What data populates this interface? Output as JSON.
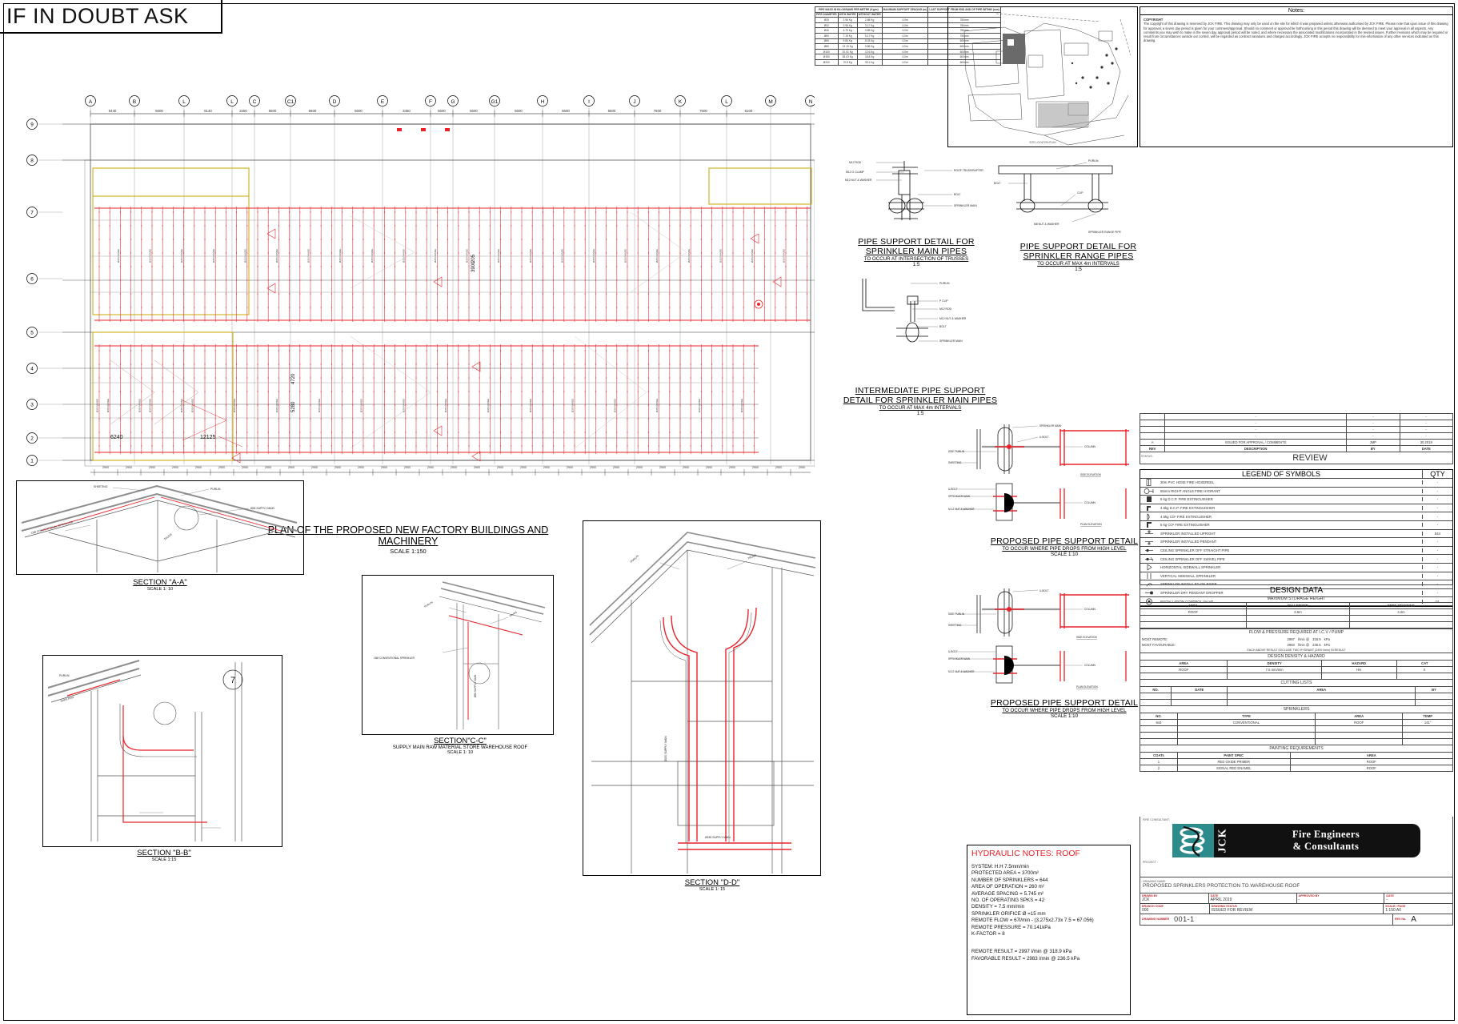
{
  "banner": {
    "text": "IF IN DOUBT ASK"
  },
  "pipe_mass_table": {
    "title": "PIPE MASS IN KILOGRAMS PER METRE (Kg/m)",
    "headers": [
      "PIPE DIAMETER",
      "WITH WATER",
      "WITHOUT WATER",
      "MAXIMUM SUPPORT SPACING (m)",
      "LAST SUPPORT FROM END AND OF PIPE WITHIN (mm)"
    ],
    "rows": [
      [
        "Ø25",
        "2.96 Kg",
        "2.68 Kg",
        "4.0m",
        "750mm"
      ],
      [
        "Ø32",
        "3.96 Kg",
        "3.17 Kg",
        "4.0m",
        "750mm"
      ],
      [
        "Ø40",
        "4.79 Kg",
        "3.85 Kg",
        "4.0m",
        "750mm"
      ],
      [
        "Ø50",
        "7.19 Kg",
        "5.17 Kg",
        "4.0m",
        "750mm"
      ],
      [
        "Ø65",
        "9.80 Kg",
        "8.03 Kg",
        "4.0m",
        "600mm"
      ],
      [
        "Ø80",
        "13.19 Kg",
        "9.86 Kg",
        "4.0m",
        "600mm"
      ],
      [
        "Ø100",
        "20.01 Kg",
        "12.6 Kg",
        "4.0m",
        "600mm"
      ],
      [
        "Ø150",
        "38.03 Kg",
        "18.8 Kg",
        "4.0m",
        "600mm"
      ],
      [
        "Ø200",
        "70.8 Kg",
        "33.1 Kg",
        "4.0m",
        "600mm"
      ]
    ]
  },
  "site_plan": {
    "caption": "SITE LOCATION PLAN"
  },
  "notes": {
    "heading": "Notes:",
    "subheading": "COPYRIGHT",
    "body": "The copyright of this drawing is reserved by JCK FIRE. This drawing may only be used on the site for which it was prepared unless otherwise authorised by JCK FIRE. Please note that upon issue of this drawing for approval, a seven day period is given for your comment/approval. Should no comment or approval be forthcoming in this period this drawing will be deemed to meet your approval in all aspects. Any comments you may wish to make in the seven day approval period will be noted, and where necessary the associated modifications incorporated in the revised issues. Further revisions which may be required or result from circumstances outside our control, will be regarded as contract variations and charged accordingly. JCK FIRE accepts no responsibility for mis-information of any other services indicated on this drawing."
  },
  "plan": {
    "title_line1": "PLAN OF THE PROPOSED NEW FACTORY BUILDINGS AND",
    "title_line2": "MACHINERY",
    "scale": "SCALE 1:150",
    "grid_letters": [
      "A",
      "B",
      "L",
      "L",
      "C",
      "C1",
      "D",
      "E",
      "F",
      "G",
      "G1",
      "H",
      "I",
      "J",
      "K",
      "L",
      "M",
      "N"
    ],
    "grid_numbers": [
      "9",
      "8",
      "7",
      "6",
      "5",
      "4",
      "3",
      "2",
      "1"
    ],
    "top_dims": [
      "5440",
      "6600",
      "6140",
      "3450",
      "6600",
      "6600",
      "6600",
      "3450",
      "6600",
      "6600",
      "6600",
      "6600",
      "6600",
      "7600",
      "7600",
      "6100"
    ],
    "inner_dims": [
      "6240",
      "12125",
      "4720",
      "5280",
      "3900",
      "205"
    ]
  },
  "details": [
    {
      "id": "pipe-support-main",
      "title": "PIPE SUPPORT DETAIL FOR",
      "title2": "SPRINKLER MAIN PIPES",
      "note": "TO OCCUR AT INTERSECTION OF TRUSSES",
      "scale": "1:5",
      "labels": [
        "M12 ROD",
        "M12 O CLAMP",
        "M12 NUT & WASHER",
        "ROOF TRUSS/RAFTER",
        "BOLT",
        "SPRINKLER MAIN"
      ]
    },
    {
      "id": "pipe-support-range",
      "title": "PIPE SUPPORT DETAIL FOR",
      "title2": "SPRINKLER RANGE PIPES",
      "note": "TO OCCUR AT MAX 4m INTERVALS",
      "scale": "1:5",
      "labels": [
        "PURLIN",
        "CLIP",
        "BOLT",
        "M8 NUT & WASHER",
        "SPRINKLER RANGE PIPE"
      ]
    },
    {
      "id": "intermediate-pipe-support",
      "title": "INTERMEDIATE PIPE SUPPORT",
      "title2": "DETAIL FOR  SPRINKLER MAIN PIPES",
      "note": "TO OCCUR AT MAX 4m INTERVALS",
      "scale": "1:5",
      "labels": [
        "PURLIN",
        "P CLIP",
        "M12 ROD",
        "M12 NUT & WASHER",
        "BOLT",
        "SPRINKLER MAIN"
      ]
    },
    {
      "id": "proposed-pipe-support-1",
      "title": "PROPOSED PIPE SUPPORT DETAIL",
      "title2": "",
      "note": "TO OCCUR WHERE PIPE DROPS FROM HIGH LEVEL",
      "scale": "SCALE 1:10",
      "labels": [
        "SPRINKLER MAIN",
        "U-BOLT",
        "COLUMN",
        "SIDE PURLIN",
        "SHEETING",
        "SIDE ELEVATION",
        "M-12 NUT & WASHER",
        "PLAN ELEVATION"
      ]
    },
    {
      "id": "proposed-pipe-support-2",
      "title": "PROPOSED PIPE SUPPORT DETAIL",
      "title2": "",
      "note": "TO OCCUR WHERE PIPE DROPS FROM HIGH LEVEL",
      "scale": "SCALE 1:10",
      "labels": [
        "SPRINKLER MAIN",
        "U-BOLT",
        "COLUMN",
        "SIDE PURLIN",
        "SHEETING",
        "SIDE ELEVATION",
        "M-12 NUT & WASHER",
        "PLAN ELEVATION"
      ]
    }
  ],
  "sections": [
    {
      "id": "section-aa",
      "name": "SECTION \"A-A\"",
      "sub": "",
      "scale": "SCALE 1: 10",
      "labels": [
        "SHEETING",
        "PURLIN",
        "TRUSS",
        "Ø25 SUPPLY MAIN",
        "15Ø CONVENTIONAL SPRINKLER"
      ]
    },
    {
      "id": "section-bb",
      "name": "SECTION \"B-B\"",
      "sub": "",
      "scale": "SCALE 1:15",
      "labels": [
        "PURLIN",
        "SHEETING",
        "7"
      ]
    },
    {
      "id": "section-cc",
      "name": "SECTION\"C-C\"",
      "sub": "SUPPLY MAIN RAW MATERIAL STORE WAREHOUSE ROOF",
      "scale": "SCALE 1: 10",
      "labels": [
        "PURLIN",
        "TRUSS",
        "15Ø CONVENTIONAL SPRINKLER",
        "Ø50 SUPPLY MAIN"
      ]
    },
    {
      "id": "section-dd",
      "name": "SECTION \"D-D\"",
      "sub": "",
      "scale": "SCALE 1: 15",
      "labels": [
        "Ø150 SUPPLY MAIN"
      ]
    }
  ],
  "revision": {
    "status_label": "STATUS:",
    "status_value": "REVIEW",
    "headers": [
      "REV",
      "DESCRIPTION",
      "BY",
      "DATE"
    ],
    "rows": [
      [
        "A",
        "ISSUED FOR APPROVAL / COMMENTS",
        "JMP",
        "30.2019"
      ],
      [
        "",
        "-",
        "-",
        "-"
      ],
      [
        "",
        "-",
        "-",
        "-"
      ],
      [
        "",
        "-",
        "-",
        "-"
      ],
      [
        "",
        "-",
        "-",
        "-"
      ]
    ]
  },
  "legend": {
    "title": "LEGEND OF SYMBOLS",
    "qty_header": "QTY",
    "items": [
      {
        "icon": "hosereel-icon",
        "label": "30m PVC HOSE FIRE HOSEREEL",
        "qty": "-"
      },
      {
        "icon": "hydrant-icon",
        "label": "65mm RIGHT ANGLE FIRE HYDRANT",
        "qty": "-"
      },
      {
        "icon": "extinguisher-dcp9-icon",
        "label": "9 kg D.C.P. FIRE EXTINGUISHER",
        "qty": "-"
      },
      {
        "icon": "extinguisher-dcp45-icon",
        "label": "4.5kg D.C.P. FIRE EXTINGUISHER",
        "qty": "-"
      },
      {
        "icon": "extinguisher-co2-45-icon",
        "label": "4.5kg CO² FIRE EXTINGUISHER",
        "qty": "-"
      },
      {
        "icon": "extinguisher-co2-5-icon",
        "label": "5 kg CO² FIRE EXTINGUISHER",
        "qty": "-"
      },
      {
        "icon": "sprinkler-upright-icon",
        "label": "SPRINKLER INSTALLED UPRIGHT",
        "qty": "644"
      },
      {
        "icon": "sprinkler-pendant-icon",
        "label": "SPRINKLER INSTALLED PENDANT",
        "qty": "-"
      },
      {
        "icon": "ceiling-sprinkler-straight-icon",
        "label": "CEILING SPRINKLER OFF STRAIGHT PIPE",
        "qty": "-"
      },
      {
        "icon": "ceiling-sprinkler-swivel-icon",
        "label": "CEILING SPRINKLER OFF SWIVEL PIPE",
        "qty": "-"
      },
      {
        "icon": "horizontal-sidewall-icon",
        "label": "HORIZONTAL SIDEWALL SPRINKLER",
        "qty": "-"
      },
      {
        "icon": "vertical-sidewall-icon",
        "label": "VERTICAL SIDEWALL SPRINKLER",
        "qty": "-"
      },
      {
        "icon": "sprinkler-riser-icon",
        "label": "SPRINKLER INSTALLED ON RISER",
        "qty": "-"
      },
      {
        "icon": "dry-pendant-dropper-icon",
        "label": "SPRINKLER DRY PENDANT DROPPER",
        "qty": "-"
      },
      {
        "icon": "control-valve-icon",
        "label": "INSTALLATION CONTROL VALVE",
        "qty": "01"
      }
    ]
  },
  "design_data": {
    "title": "DESIGN DATA",
    "storage": {
      "title": "MAXIMUM STORAGE HEIGHT",
      "headers": [
        "AREA",
        "PALLETISED",
        "FREE STANDING"
      ],
      "rows": [
        [
          "ROOF",
          "3.6m",
          "4.2m"
        ],
        [
          "",
          "",
          ""
        ],
        [
          "",
          "",
          ""
        ]
      ]
    },
    "flow": {
      "title": "FLOW & PRESSURE REQUIRED AT I.C.V / PUMP",
      "rows": [
        {
          "label": "MOST REMOTE:",
          "flow": "2997",
          "flow_unit": "l/min @",
          "pressure": "318.9",
          "pressure_unit": "kPa"
        },
        {
          "label": "MOST FAVOURABLE:",
          "flow": "2983",
          "flow_unit": "l/min @",
          "pressure": "236.5",
          "pressure_unit": "kPa"
        }
      ],
      "footnote": "EACH ABOVE RESULT EXCLUDE TWO HYDRANT (2400 l/min) IN RESULT"
    },
    "density": {
      "title": "DESIGN DENSITY & HAZARD",
      "headers": [
        "AREA",
        "DENSITY",
        "HAZARD",
        "CAT"
      ],
      "rows": [
        [
          "ROOF",
          "7.5 mm/min",
          "HH",
          "II"
        ],
        [
          "",
          "",
          "",
          ""
        ]
      ]
    },
    "cutting": {
      "title": "CUTTING LISTS",
      "headers": [
        "NO.",
        "DATE",
        "AREA",
        "BY"
      ],
      "rows": [
        [
          "",
          "",
          "",
          ""
        ],
        [
          "",
          "",
          "",
          ""
        ]
      ]
    },
    "sprinklers": {
      "title": "SPRINKLERS",
      "headers": [
        "NO.",
        "TYPE",
        "AREA",
        "TEMP"
      ],
      "rows": [
        [
          "644",
          "CONVENTIONAL",
          "ROOF",
          "141°"
        ],
        [
          "",
          "",
          "",
          ""
        ],
        [
          "",
          "",
          "",
          ""
        ],
        [
          "",
          "",
          "",
          ""
        ]
      ]
    },
    "painting": {
      "title": "PAINTING REQUIREMENTS",
      "headers": [
        "COATs",
        "PAINT SPEC",
        "AREA"
      ],
      "rows": [
        [
          "1",
          "RED OXIDE PRIMER",
          "ROOF"
        ],
        [
          "2",
          "SIGNAL RED ENAMEL",
          "ROOF"
        ]
      ]
    }
  },
  "hydraulic_notes": {
    "title": "HYDRAULIC NOTES: ROOF",
    "lines": [
      "SYSTEM: H.H 7.5mm/min",
      "PROTECTED AREA = 3700m²",
      "NUMBER OF SPRINKLERS = 644",
      "AREA OF OPERATION = 260 m²",
      "AVERAGE SPACING = 5.745 m²",
      "NO. OF OPERATING SPKS = 42",
      "DENSITY = 7.5 mm/min",
      "SPRINKLER ORIFICE Ø =15 mm",
      "REMOTE FLOW = 67l/min - (3.275x2.73x 7.5 = 67.056)",
      "REMOTE PRESSURE = 70.141kPa",
      "K-FACTOR = 8"
    ],
    "results": [
      "REMOTE RESULT = 2997 l/min @ 318.9 kPa",
      "FAVORABLE RESULT = 2983 l/min @ 236.5 kPa"
    ]
  },
  "title_block": {
    "fire_consultant_label": "FIRE CONSULTANT:",
    "logo": {
      "mark": "JCK",
      "line1": "Fire Engineers",
      "line2": "& Consultants"
    },
    "project_label": "PROJECT :",
    "project_value": "",
    "drawing_name_label": "DRAWING NAME",
    "drawing_name": "PROPOSED SPRINKLERS PROTECTION TO WAREHOUSE ROOF",
    "fields": [
      {
        "label": "DRAWN BY",
        "value": "JCK"
      },
      {
        "label": "DATE",
        "value": "APRIL 2019"
      },
      {
        "label": "APPROVED BY",
        "value": "-"
      },
      {
        "label": "DATE",
        "value": "-"
      },
      {
        "label": "BRANCH CODE",
        "value": "000"
      },
      {
        "label": "DRAWING STATUS",
        "value": "ISSUED FOR REVIEW"
      },
      {
        "label": "SCALE / PAGE",
        "value": "1:150            A0"
      },
      {
        "label": "DRAWING NUMBER",
        "value": "001-1"
      },
      {
        "label": "REV No.",
        "value": "A"
      }
    ]
  },
  "colors": {
    "red": "#e8232a",
    "black": "#000000",
    "grey": "#8d8d8d",
    "teal": "#2e8b8b",
    "yellow_outline": "#c8a800"
  }
}
